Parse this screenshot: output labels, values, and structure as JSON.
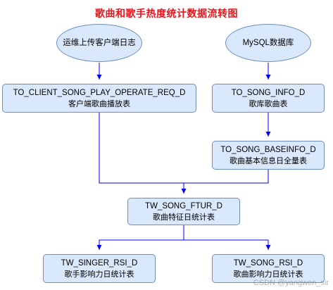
{
  "title": "歌曲和歌手热度统计数据流转图",
  "colors": {
    "title": "#e8141b",
    "node_fill": "#dae8fc",
    "node_border": "#6c8ebf",
    "edge": "#0000ee"
  },
  "nodes": {
    "log_source": {
      "line1": "运维上传客户端日志"
    },
    "mysql_source": {
      "line1": "MySQL数据库"
    },
    "client_play": {
      "line1": "TO_CLIENT_SONG_PLAY_OPERATE_REQ_D",
      "line2": "客户端歌曲播放表"
    },
    "song_info": {
      "line1": "TO_SONG_INFO_D",
      "line2": "歌库歌曲表"
    },
    "song_baseinfo": {
      "line1": "TO_SONG_BASEINFO_D",
      "line2": "歌曲基本信息日全量表"
    },
    "song_ftur": {
      "line1": "TW_SONG_FTUR_D",
      "line2": "歌曲特征日统计表"
    },
    "singer_rsi": {
      "line1": "TW_SINGER_RSI_D",
      "line2": "歌手影响力日统计表"
    },
    "song_rsi": {
      "line1": "TW_SONG_RSI_D",
      "line2": "歌曲影响力日统计表"
    }
  },
  "watermark": "CSDN @yangwen_sir"
}
